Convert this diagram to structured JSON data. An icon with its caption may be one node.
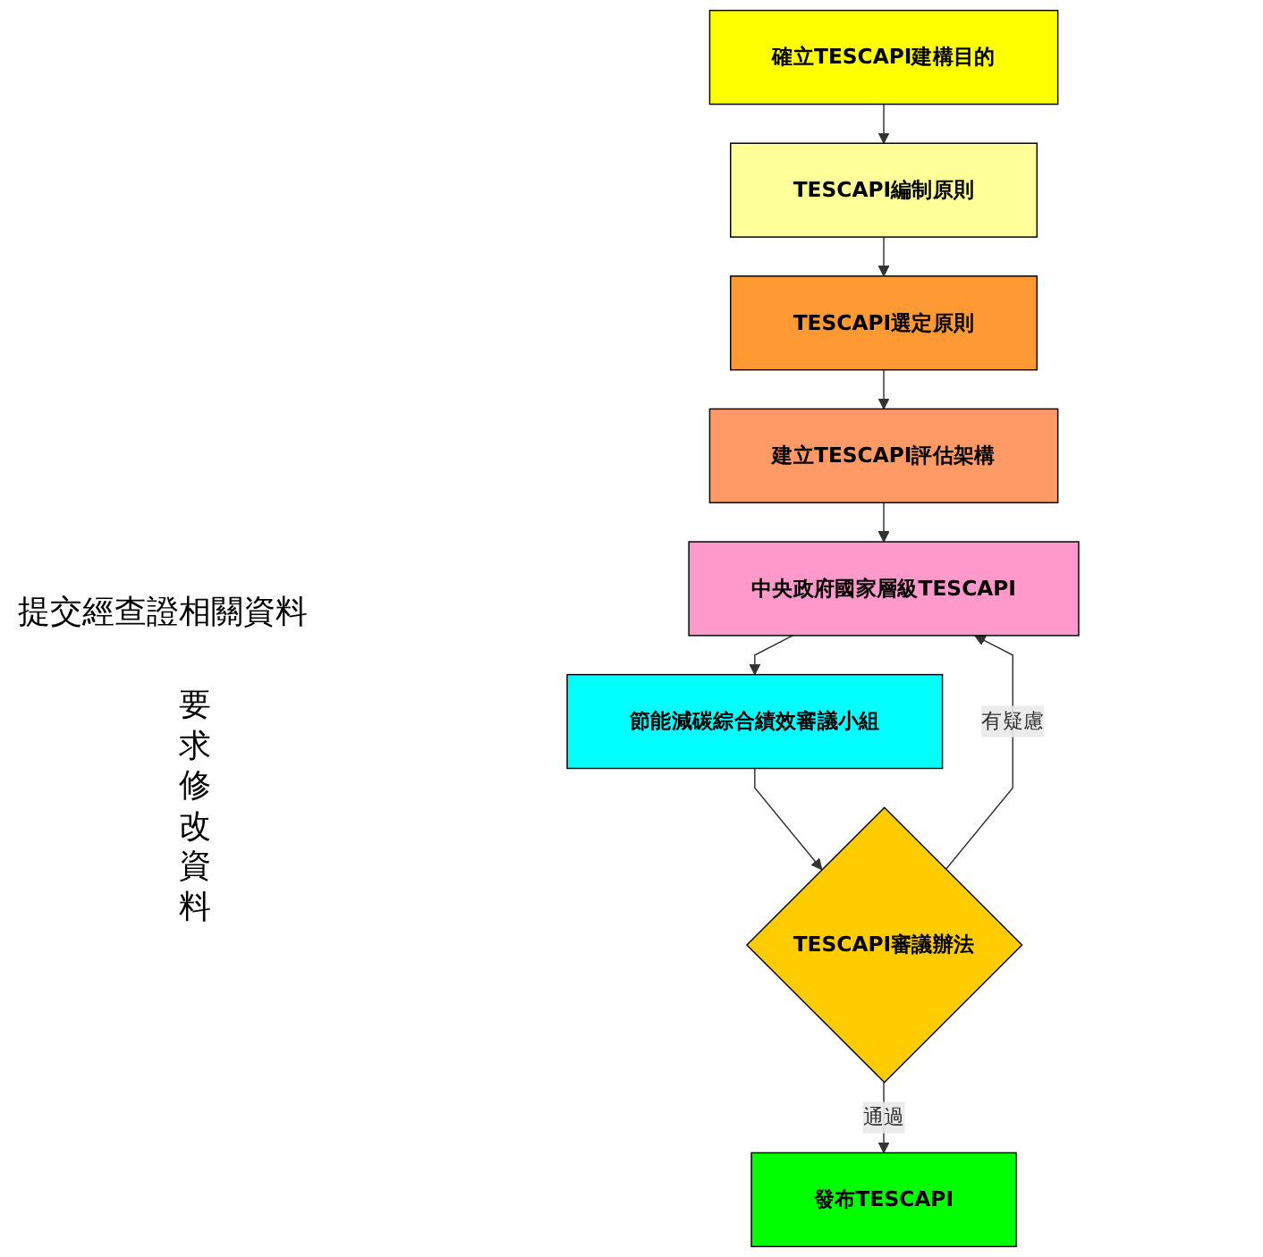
{
  "diagram": {
    "nodes": [
      {
        "text": [
          "確立TESCAPI建構目的"
        ]
      },
      {
        "text": [
          "TESCAPI編制原則"
        ]
      },
      {
        "text": [
          "TESCAPI選定原則"
        ]
      },
      {
        "text": [
          "建立TESCAPI評估架構"
        ]
      },
      {
        "text": [
          "中央政府國家層級TESCAPI"
        ]
      },
      {
        "text": [
          "節能減碳綜合績效審議小組"
        ]
      },
      {
        "text": [
          "TESCAPI審議辦法"
        ]
      },
      {
        "text": [
          "發布TESCAPI"
        ]
      }
    ],
    "edges": [
      {
        "from": 0,
        "to": 1,
        "arrow": "to"
      },
      {
        "from": 1,
        "to": 2,
        "arrow": "to"
      },
      {
        "from": 2,
        "to": 3,
        "arrow": "to"
      },
      {
        "from": 3,
        "to": 4,
        "arrow": "to"
      },
      {
        "from": 4,
        "to": 5,
        "arrow": "to"
      },
      {
        "from": 5,
        "to": 6,
        "arrow": "to"
      },
      {
        "from": 6,
        "to": 7,
        "label": "通過",
        "arrow": "to"
      },
      {
        "from": 6,
        "to": 4,
        "label": "有疑慮",
        "arrow": "to"
      }
    ],
    "labels": [
      "提交經查證相關資料",
      "要求修改資料"
    ]
  }
}
